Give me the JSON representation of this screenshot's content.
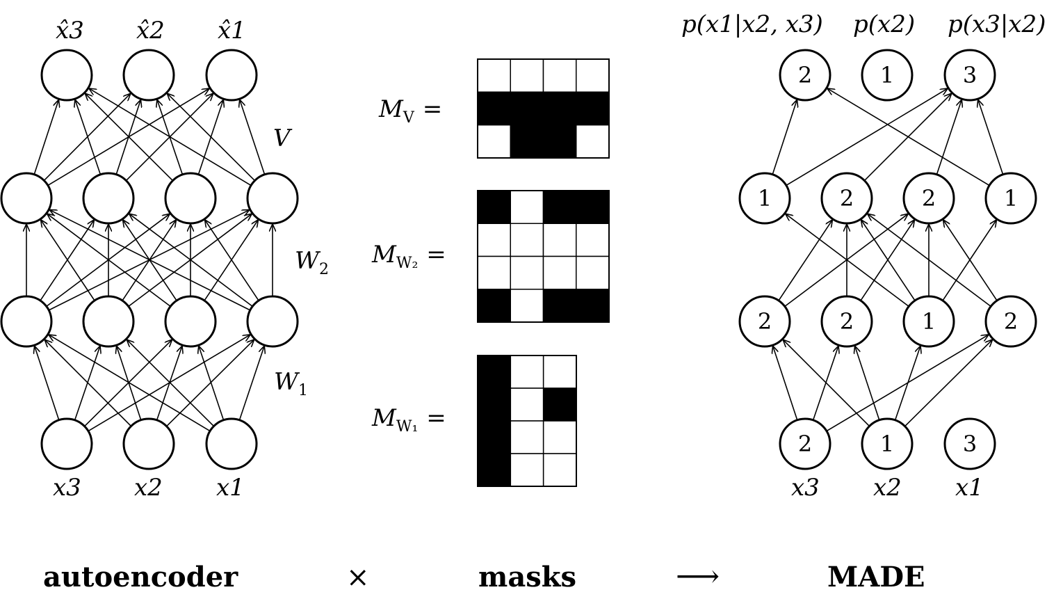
{
  "autoencoder": {
    "outputs": [
      "x̂3",
      "x̂2",
      "x̂1"
    ],
    "inputs": [
      "x3",
      "x2",
      "x1"
    ],
    "weight_labels": {
      "v": "V",
      "w2_main": "W",
      "w2_sub": "2",
      "w1_main": "W",
      "w1_sub": "1"
    }
  },
  "masks": {
    "mv": {
      "label_main": "M",
      "label_sub": "V",
      "equals": "=",
      "grid": [
        [
          0,
          0,
          0,
          0
        ],
        [
          1,
          1,
          1,
          1
        ],
        [
          0,
          1,
          1,
          0
        ]
      ]
    },
    "mw2": {
      "label_main": "M",
      "label_sub": "W₂",
      "equals": "=",
      "grid": [
        [
          1,
          0,
          1,
          1
        ],
        [
          0,
          0,
          0,
          0
        ],
        [
          0,
          0,
          0,
          0
        ],
        [
          1,
          0,
          1,
          1
        ]
      ]
    },
    "mw1": {
      "label_main": "M",
      "label_sub": "W₁",
      "equals": "=",
      "grid": [
        [
          1,
          0,
          0
        ],
        [
          1,
          0,
          1
        ],
        [
          1,
          0,
          0
        ],
        [
          1,
          0,
          0
        ]
      ]
    }
  },
  "made": {
    "top_labels": [
      "p(x1|x2, x3)",
      "p(x2)",
      "p(x3|x2)"
    ],
    "output_nodes": [
      "2",
      "1",
      "3"
    ],
    "hidden2_nodes": [
      "1",
      "2",
      "2",
      "1"
    ],
    "hidden1_nodes": [
      "2",
      "2",
      "1",
      "2"
    ],
    "input_nodes": [
      "2",
      "1",
      "3"
    ],
    "inputs": [
      "x3",
      "x2",
      "x1"
    ]
  },
  "bottom": {
    "autoencoder": "autoencoder",
    "times": "×",
    "masks": "masks",
    "arrow": "⟶",
    "made": "MADE"
  }
}
